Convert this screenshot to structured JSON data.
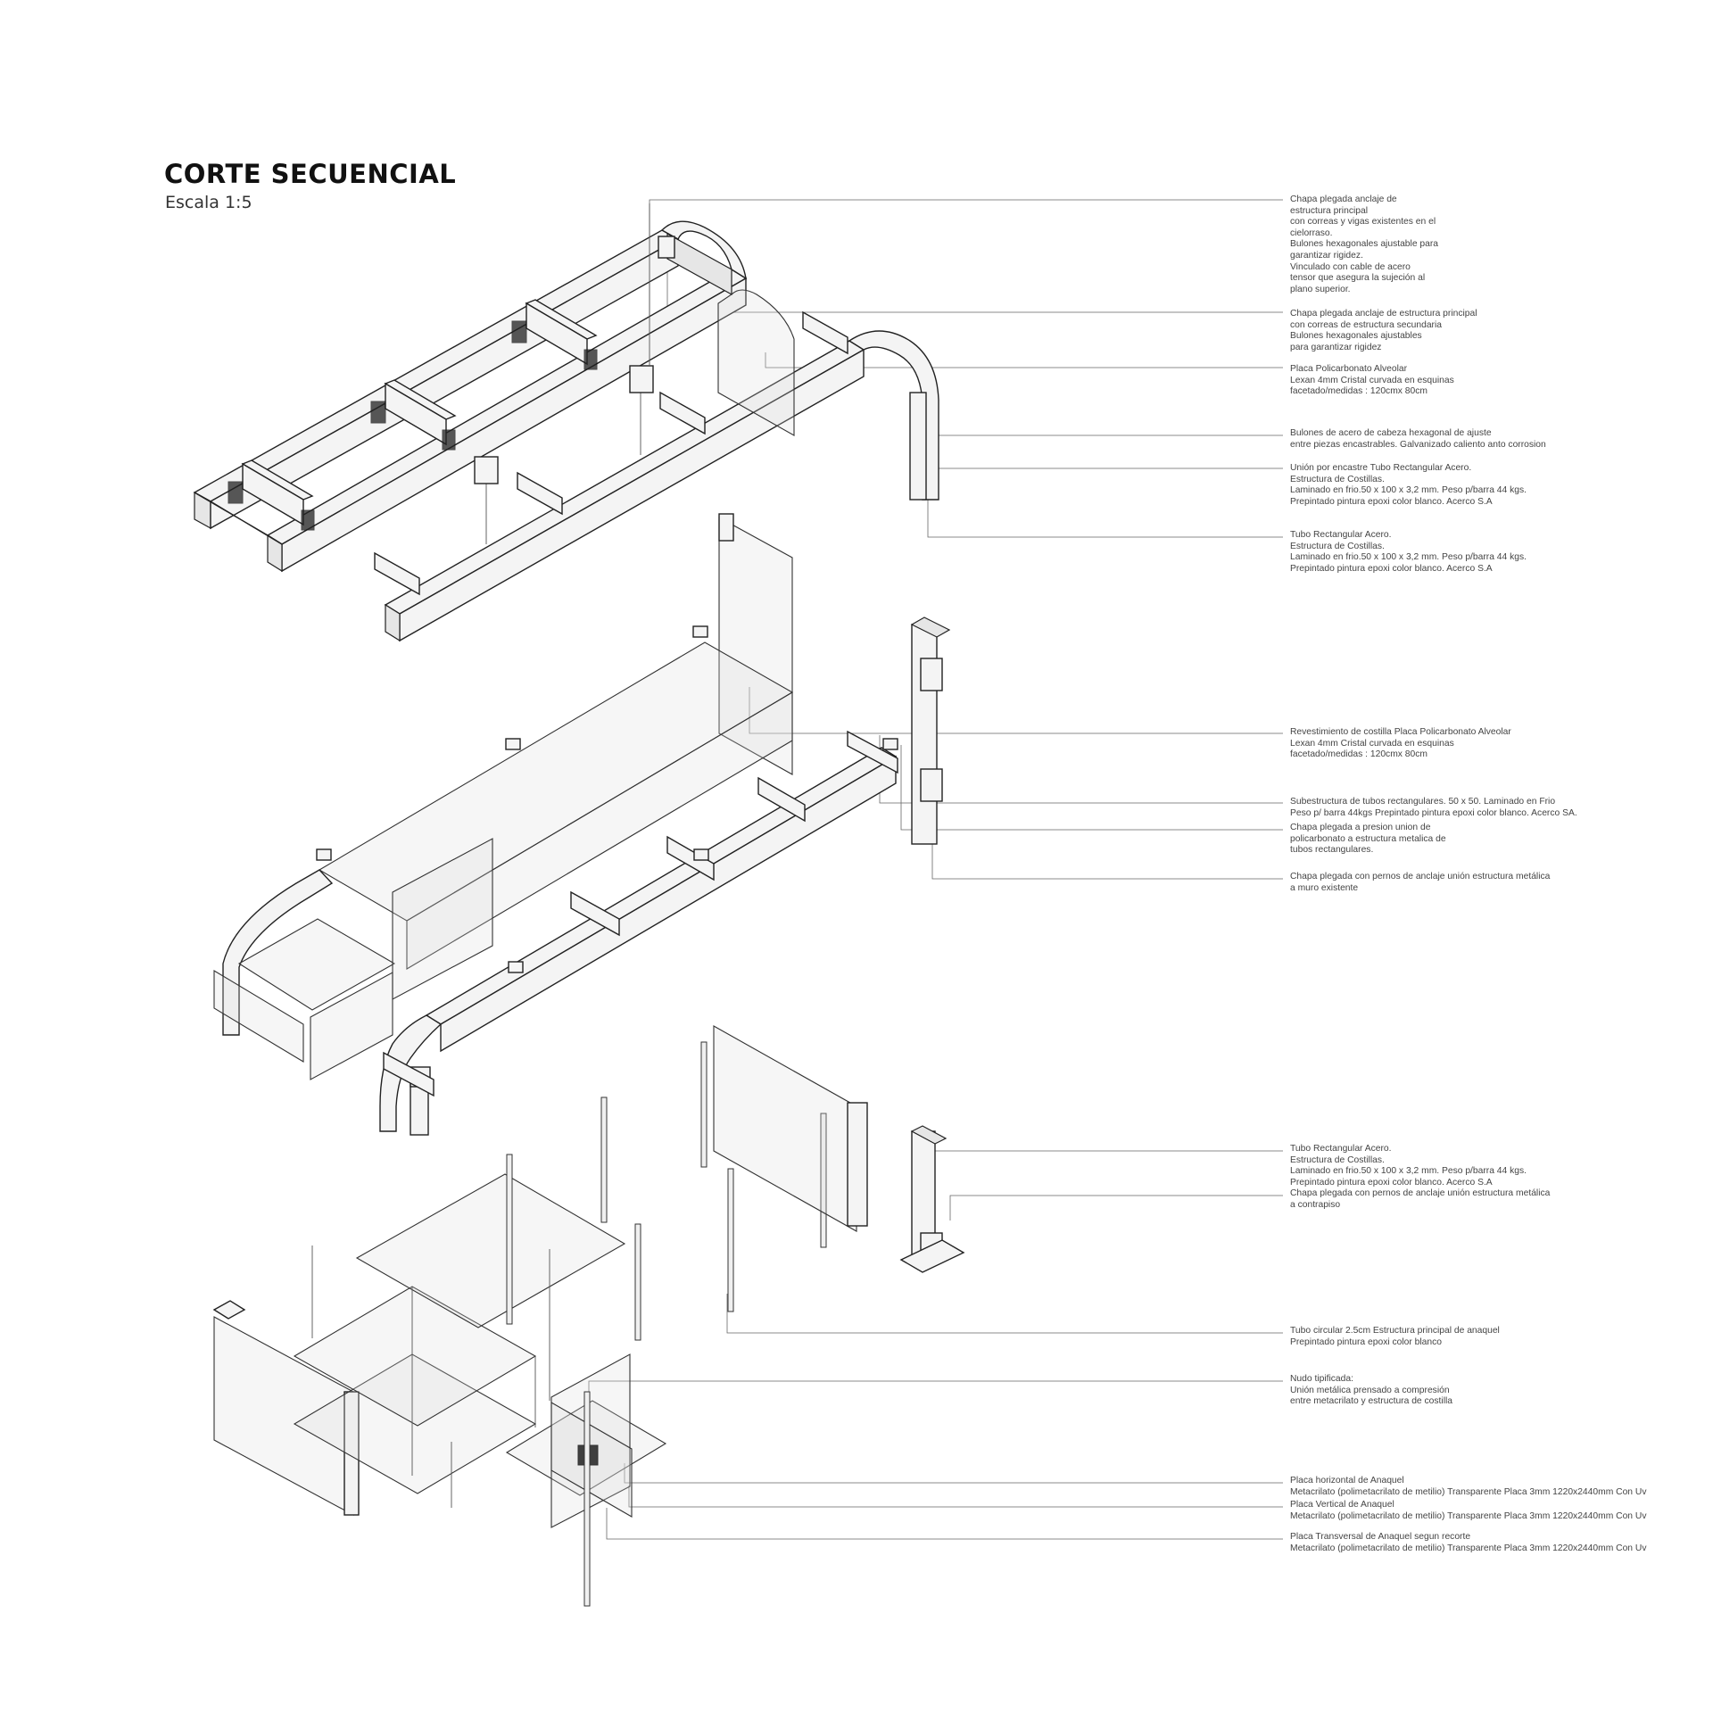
{
  "header": {
    "title": "CORTE SECUENCIAL",
    "scale": "Escala 1:5"
  },
  "annotations": [
    {
      "id": "a1",
      "text": "Chapa plegada anclaje de\nestructura principal\ncon correas y vigas existentes en el\ncielorraso.\nBulones hexagonales ajustable para\ngarantizar rigidez.\nVinculado con cable de acero\ntensor que asegura la sujeción al\nplano superior."
    },
    {
      "id": "a2",
      "text": "Chapa plegada anclaje de estructura principal\ncon correas de estructura secundaria\nBulones hexagonales ajustables\npara garantizar rigidez"
    },
    {
      "id": "a3",
      "text": "Placa Policarbonato Alveolar\nLexan 4mm Cristal curvada en esquinas\nfacetado/medidas : 120cmx 80cm"
    },
    {
      "id": "a4",
      "text": "Bulones de acero de cabeza hexagonal de ajuste\nentre piezas encastrables. Galvanizado caliento anto corrosion"
    },
    {
      "id": "a5",
      "text": "Unión por encastre Tubo Rectangular Acero.\nEstructura de Costillas.\nLaminado en frio.50 x 100 x 3,2 mm. Peso p/barra 44 kgs.\n Prepintado pintura epoxi color blanco. Acerco S.A"
    },
    {
      "id": "a6",
      "text": "Tubo Rectangular Acero.\nEstructura de Costillas.\nLaminado en frio.50 x 100 x 3,2 mm. Peso p/barra 44 kgs.\n Prepintado pintura epoxi color blanco. Acerco S.A"
    },
    {
      "id": "a7",
      "text": "Revestimiento de costilla Placa Policarbonato Alveolar\nLexan 4mm Cristal curvada en esquinas\nfacetado/medidas : 120cmx 80cm"
    },
    {
      "id": "a8",
      "text": "Subestructura de tubos rectangulares. 50 x 50. Laminado en Frio\nPeso p/ barra 44kgs Prepintado pintura epoxi color blanco. Acerco SA."
    },
    {
      "id": "a9",
      "text": "Chapa plegada a presion union de\npolicarbonato a estructura metalica de\ntubos rectangulares."
    },
    {
      "id": "a10",
      "text": "Chapa plegada con pernos de anclaje unión estructura metálica\na muro existente"
    },
    {
      "id": "a11",
      "text": "Tubo Rectangular Acero.\nEstructura de Costillas.\nLaminado en frio.50 x 100 x 3,2 mm. Peso p/barra 44 kgs.\n Prepintado pintura epoxi color blanco. Acerco S.A"
    },
    {
      "id": "a12",
      "text": "Chapa plegada con pernos de anclaje unión estructura metálica\na contrapiso"
    },
    {
      "id": "a13",
      "text": "Tubo circular 2.5cm Estructura principal de anaquel\nPrepintado pintura epoxi color blanco"
    },
    {
      "id": "a14",
      "text": "Nudo tipificada:\nUnión metálica prensado a compresión\nentre metacrilato y estructura de costilla"
    },
    {
      "id": "a15",
      "text": "Placa horizontal de Anaquel\nMetacrilato (polimetacrilato de metilio) Transparente  Placa 3mm 1220x2440mm Con Uv"
    },
    {
      "id": "a16",
      "text": "Placa Vertical de Anaquel\nMetacrilato (polimetacrilato de metilio) Transparente  Placa 3mm 1220x2440mm Con Uv"
    },
    {
      "id": "a17",
      "text": "Placa Transversal de Anaquel segun recorte\nMetacrilato (polimetacrilato de metilio) Transparente  Placa 3mm 1220x2440mm Con Uv"
    }
  ]
}
